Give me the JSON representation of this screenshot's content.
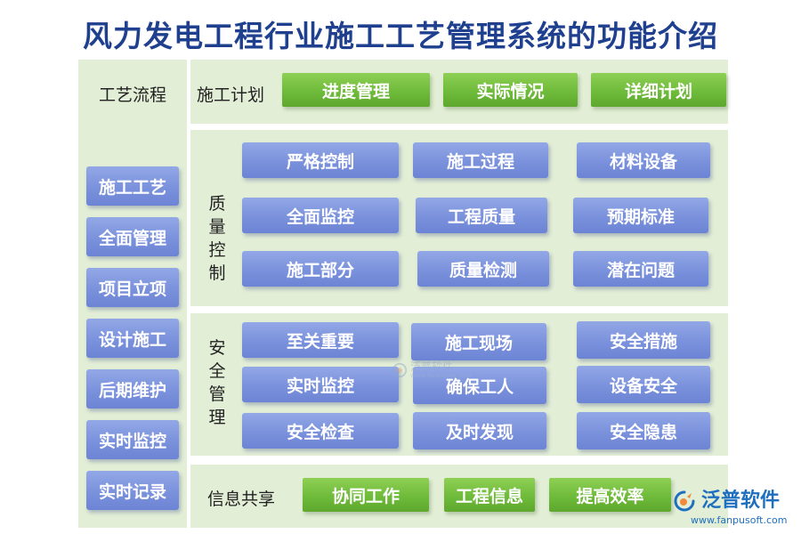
{
  "title": "风力发电工程行业施工工艺管理系统的功能介绍",
  "sidebar": {
    "title": "工艺流程",
    "items": [
      "施工工艺",
      "全面管理",
      "项目立项",
      "设计施工",
      "后期维护",
      "实时监控",
      "实时记录"
    ]
  },
  "plan_row": {
    "label": "施工计划",
    "items": [
      "进度管理",
      "实际情况",
      "详细计划"
    ]
  },
  "quality": {
    "label": "质量控制",
    "items": [
      "严格控制",
      "施工过程",
      "材料设备",
      "全面监控",
      "工程质量",
      "预期标准",
      "施工部分",
      "质量检测",
      "潜在问题"
    ]
  },
  "safety": {
    "label": "安全管理",
    "items": [
      "至关重要",
      "施工现场",
      "安全措施",
      "实时监控",
      "确保工人",
      "设备安全",
      "安全检查",
      "及时发现",
      "安全隐患"
    ]
  },
  "info_row": {
    "label": "信息共享",
    "items": [
      "协同工作",
      "工程信息",
      "提高效率"
    ]
  },
  "watermark": {
    "text": "泛普软件",
    "url": "www.fanpusoft.com"
  },
  "logo": {
    "text": "泛普软件",
    "url": "www.fanpusoft.com"
  },
  "colors": {
    "title": "#1f3f8f",
    "panel": "#e3eed6",
    "blue_button": "#7a91dc",
    "green_button": "#6fbb3a",
    "logo": "#1f6fbf"
  }
}
